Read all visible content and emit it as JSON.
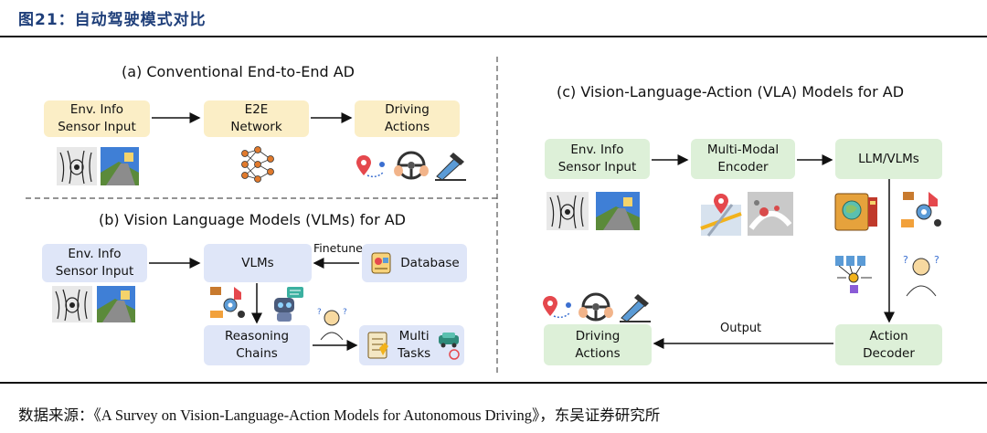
{
  "figure_title": "图21：自动驾驶模式对比",
  "source_note": "数据来源：《A Survey on Vision-Language-Action Models for Autonomous Driving》，东吴证券研究所",
  "panel_a": {
    "title": "(a) Conventional End-to-End AD",
    "input": "Env. Info\nSensor Input",
    "network": "E2E\nNetwork",
    "output": "Driving\nActions"
  },
  "panel_b": {
    "title": "(b) Vision Language Models (VLMs) for AD",
    "input": "Env. Info\nSensor Input",
    "model": "VLMs",
    "database": "Database",
    "finetune": "Finetune",
    "reasoning": "Reasoning\nChains",
    "tasks": "Multi\nTasks"
  },
  "panel_c": {
    "title": "(c) Vision-Language-Action (VLA) Models for AD",
    "input": "Env. Info\nSensor Input",
    "encoder": "Multi-Modal\nEncoder",
    "llm": "LLM/VLMs",
    "decoder": "Action\nDecoder",
    "output": "Driving\nActions",
    "output_label": "Output"
  },
  "colors": {
    "title_blue": "#1f3f7a",
    "yellow_box": "#fbeec6",
    "blue_box": "#dfe6f8",
    "green_box": "#ddf0d8",
    "arrow": "#111111"
  },
  "icons": [
    "sensor-image-icon",
    "road-image-icon",
    "neural-network-icon",
    "map-pin-icon",
    "steering-wheel-icon",
    "pedal-icon",
    "robot-icon",
    "gear-icon",
    "book-icon",
    "thinking-person-icon",
    "database-icon",
    "car-icon"
  ]
}
